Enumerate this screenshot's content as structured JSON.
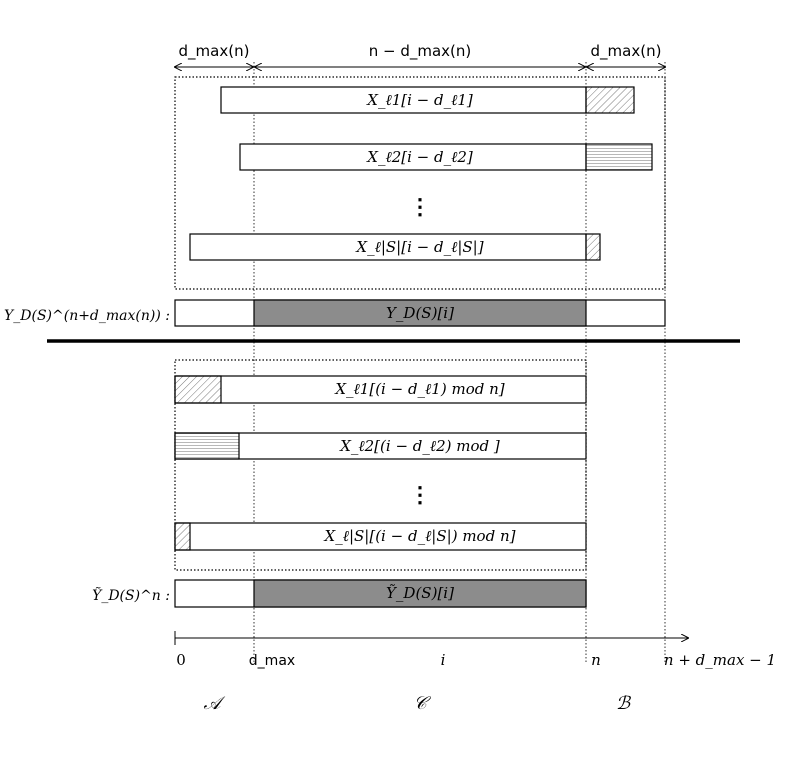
{
  "top_section": {
    "span_labels": {
      "left": "d_max(n)",
      "middle": "n − d_max(n)",
      "right": "d_max(n)"
    },
    "bars": [
      {
        "label": "X_ℓ1[i − d_ℓ1]",
        "tail_pattern": "diagonal"
      },
      {
        "label": "X_ℓ2[i − d_ℓ2]",
        "tail_pattern": "horizontal"
      },
      {
        "label": "X_ℓ|S|[i − d_ℓ|S|]",
        "tail_pattern": "diagonal"
      }
    ],
    "ellipsis": "⋮",
    "output_label": "Y_D(S)^(n+d_max(n)) :",
    "output_bar_label": "Y_D(S)[i]"
  },
  "bottom_section": {
    "bars": [
      {
        "label": "X_ℓ1[(i − d_ℓ1)  mod n]",
        "head_pattern": "diagonal"
      },
      {
        "label": "X_ℓ2[(i − d_ℓ2)  mod ]",
        "head_pattern": "horizontal"
      },
      {
        "label": "X_ℓ|S|[(i − d_ℓ|S|)  mod n]",
        "head_pattern": "diagonal"
      }
    ],
    "ellipsis": "⋮",
    "output_label": "Ỹ_D(S)^n :",
    "output_bar_label": "Ỹ_D(S)[i]"
  },
  "axis": {
    "ticks": [
      "0",
      "d_max",
      "i",
      "n",
      "n + d_max − 1"
    ]
  },
  "regions": [
    "𝒜",
    "𝒞",
    "ℬ"
  ],
  "colors": {
    "shaded": "#8c8c8c",
    "line": "#000000"
  }
}
